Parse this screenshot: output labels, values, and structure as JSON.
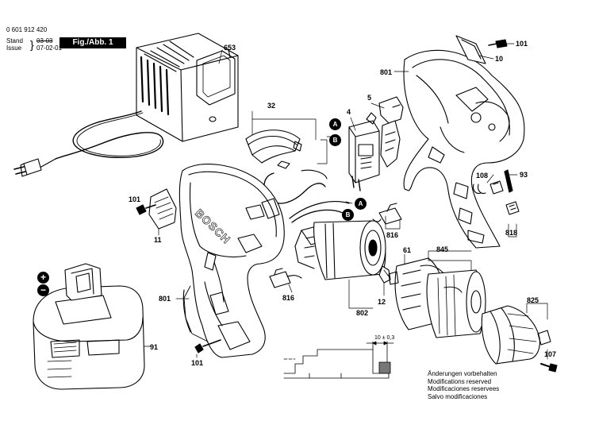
{
  "header": {
    "part_number": "0 601 912 420",
    "stand_label": "Stand",
    "stand_value": "03-03",
    "issue_label": "Issue",
    "issue_value": "07-02-01",
    "figure_label": "Fig./Abb. 1"
  },
  "callouts": {
    "c653": "653",
    "c101_top": "101",
    "c10": "10",
    "c801_top": "801",
    "c32": "32",
    "c4": "4",
    "c5": "5",
    "c108": "108",
    "c93": "93",
    "c818": "818",
    "c101_left": "101",
    "c11": "11",
    "c816_top": "816",
    "c816_bottom": "816",
    "c61": "61",
    "c845": "845",
    "c12": "12",
    "c802": "802",
    "c801_bottom": "801",
    "c825": "825",
    "c107": "107",
    "c91": "91",
    "c101_bottom": "101"
  },
  "markers": {
    "A_top": "A",
    "B_top": "B",
    "A_wire": "A",
    "B_wire": "B",
    "plus": "+",
    "minus": "−"
  },
  "dimension": "10 ± 0,3",
  "notes": [
    "Änderungen vorbehalten",
    "Modifications reserved",
    "Modificaciones reservees",
    "Salvo modificaciones"
  ],
  "brand": "BOSCH"
}
